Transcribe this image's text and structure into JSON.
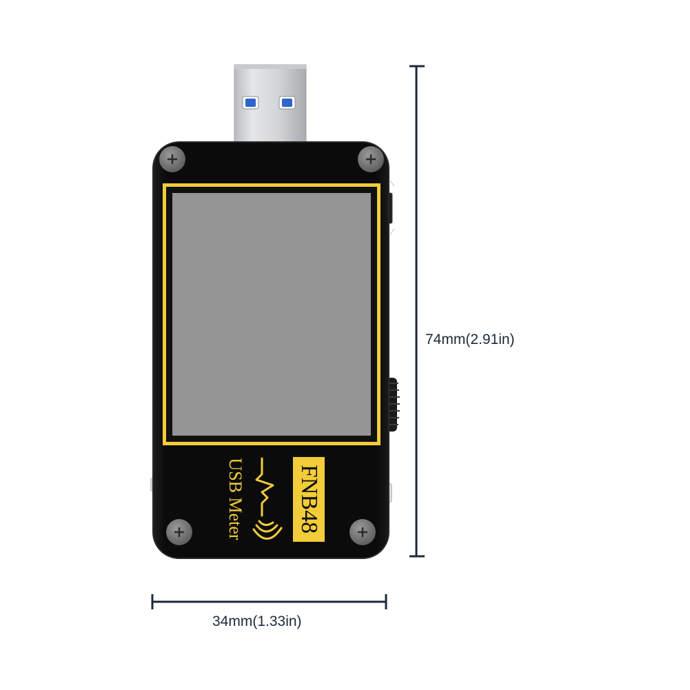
{
  "device": {
    "model": "FNB48",
    "product_name": "USB Meter",
    "body_color": "#0d0d0d",
    "frame_color": "#f3cc3a",
    "screen_color": "#949494",
    "connector_color": "#d6d8da",
    "connector_pin_color": "#2f64c8"
  },
  "dimensions": {
    "height_label": "74mm(2.91in)",
    "width_label": "34mm(1.33in)",
    "line_color": "#1b2a3a"
  }
}
